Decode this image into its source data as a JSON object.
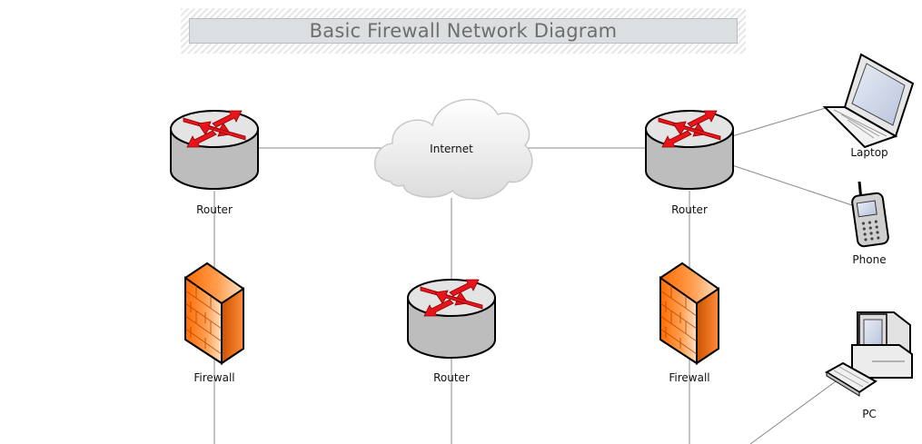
{
  "title": "Basic Firewall Network Diagram",
  "nodes": {
    "router_left": {
      "label": "Router"
    },
    "internet": {
      "label": "Internet"
    },
    "router_right": {
      "label": "Router"
    },
    "laptop": {
      "label": "Laptop"
    },
    "phone": {
      "label": "Phone"
    },
    "firewall_left": {
      "label": "Firewall"
    },
    "router_center": {
      "label": "Router"
    },
    "firewall_right": {
      "label": "Firewall"
    },
    "pc": {
      "label": "PC"
    }
  },
  "colors": {
    "router_body": "#c4c4c4",
    "router_arrow": "#e8141b",
    "firewall": "#ff7a1a",
    "connector": "#888888"
  }
}
